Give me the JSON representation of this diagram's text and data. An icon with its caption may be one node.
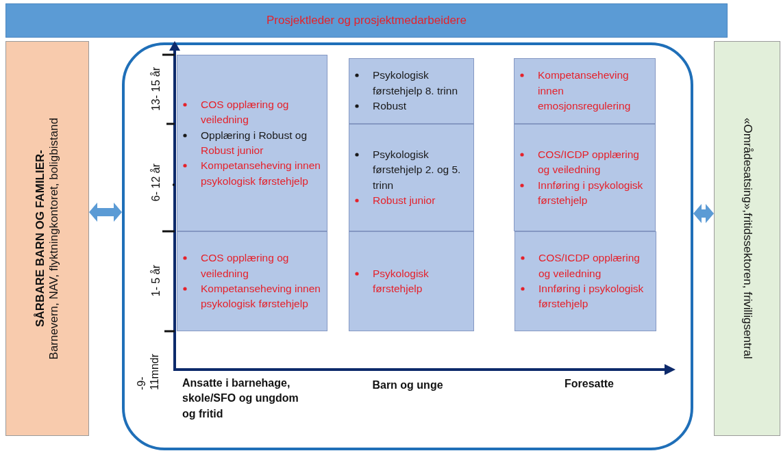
{
  "diagram": {
    "nodes": [
      {
        "text": [
          "Prosjektleder og prosjektmedarbeidere"
        ]
      },
      {
        "text": [
          "SÅRBARE BARN OG FAMILIER-",
          "Barnevern, NAV, flyktningkontoret, boligbistand"
        ]
      },
      {
        "text": [],
        "shape": "box"
      },
      {
        "text": [
          "«Områdesatsing»,fritidssektoren, frivilligsentral"
        ]
      },
      {
        "text": [
          "COS opplæring og veiledning",
          "Opplæring i Robust og Robust junior",
          "Kompetanseheving innen psykologisk førstehjelp"
        ],
        "in": 2
      },
      {
        "text": [
          "COS opplæring og veiledning",
          "Kompetanseheving innen psykologisk førstehjelp"
        ],
        "in": 2
      },
      {
        "text": [
          "Psykologisk førstehjelp 8. trinn",
          "Robust"
        ],
        "in": 2
      },
      {
        "text": [
          "Psykologisk førstehjelp 2. og 5. trinn",
          "Robust junior"
        ],
        "in": 2
      },
      {
        "text": [
          "Psykologisk førstehjelp"
        ],
        "in": 2
      },
      {
        "text": [
          "Kompetanseheving innen emosjonsregulering"
        ],
        "in": 2
      },
      {
        "text": [
          "COS/ICDP opplæring og veiledning",
          "Innføring i psykologisk førstehjelp"
        ],
        "in": 2
      },
      {
        "text": [
          "COS/ICDP opplæring og veiledning",
          "Innføring i psykologisk førstehjelp"
        ],
        "in": 2
      }
    ],
    "edges": [
      {
        "from": 1,
        "to": 2,
        "arrow": "both"
      },
      {
        "from": 2,
        "to": 3,
        "arrow": "both"
      }
    ],
    "labels": [
      "13- 15 år",
      "6- 12 år",
      "1- 5 år",
      "-9- 11mndr",
      "Ansatte i barnehage, skole/SFO og ungdom og fritid",
      "Barn og unge",
      "Foresatte"
    ]
  }
}
